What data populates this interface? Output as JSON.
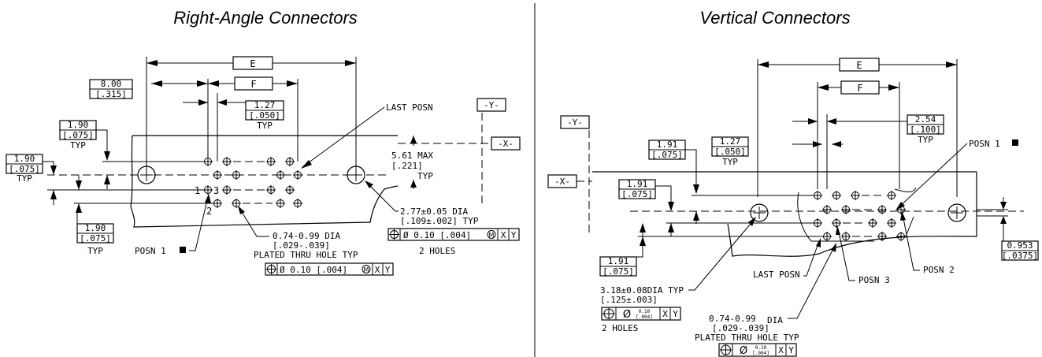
{
  "left": {
    "title": "Right-Angle Connectors",
    "dim_e": "E",
    "dim_f": "F",
    "d800_a": "8.00",
    "d800_b": "[.315]",
    "d127_a": "1.27",
    "d127_b": "[.050]",
    "d127_c": "TYP",
    "last_posn": "LAST POSN",
    "y_datum": "-Y-",
    "x_datum": "-X-",
    "d190a_a": "1.90",
    "d190a_b": "[.075]",
    "d190a_c": "TYP",
    "d190b_a": "1.90",
    "d190b_b": "[.075]",
    "d190b_c": "TYP",
    "d561_a": "5.61 MAX",
    "d561_b": "[.221]",
    "d561_c": "TYP",
    "pin1": "1",
    "pin2": "2",
    "pin3": "3",
    "d277_a": "2.77±0.05 DIA",
    "d277_b": "[.109±.002] TYP",
    "fcf_a": "Ø 0.10 [.004]",
    "fcf_ref1": "X",
    "fcf_ref2": "Y",
    "two_holes": "2 HOLES",
    "d190c_a": "1.90",
    "d190c_b": "[.075]",
    "d190c_c": "TYP",
    "posn1": "POSN 1",
    "d074_a": "0.74-0.99 DIA",
    "d074_b": "[.029-.039]",
    "d074_c": "PLATED THRU HOLE TYP",
    "fcf_b": "Ø 0.10 [.004]",
    "fcf_b_ref1": "X",
    "fcf_b_ref2": "Y"
  },
  "right": {
    "title": "Vertical Connectors",
    "dim_e": "E",
    "dim_f": "F",
    "d254_a": "2.54",
    "d254_b": "[.100]",
    "d254_c": "TYP",
    "posn1": "POSN 1",
    "y_datum": "-Y-",
    "x_datum_left": "-X-",
    "d191a_a": "1.91",
    "d191a_b": "[.075]",
    "d127_a": "1.27",
    "d127_b": "[.050]",
    "d127_c": "TYP",
    "d191b_a": "1.91",
    "d191b_b": "[.075]",
    "d191c_a": "1.91",
    "d191c_b": "[.075]",
    "d0953_a": "0.953",
    "d0953_b": "[.0375]",
    "last_posn": "LAST POSN",
    "posn3": "POSN 3",
    "posn2": "POSN 2",
    "d318_a": "3.18±0.08DIA TYP",
    "d318_b": "[.125±.003]",
    "fcf_a_tol_top": "0.10",
    "fcf_a_tol_bot": "[.004]",
    "fcf_ref1": "X",
    "fcf_ref2": "Y",
    "two_holes": "2 HOLES",
    "d074_a": "0.74-0.99",
    "d074_dia": "DIA",
    "d074_b": "[.029-.039]",
    "d074_c": "PLATED THRU HOLE TYP",
    "fcf_b_tol_top": "0.10",
    "fcf_b_tol_bot": "[.004]",
    "fcf_b_ref1": "X",
    "fcf_b_ref2": "Y"
  }
}
